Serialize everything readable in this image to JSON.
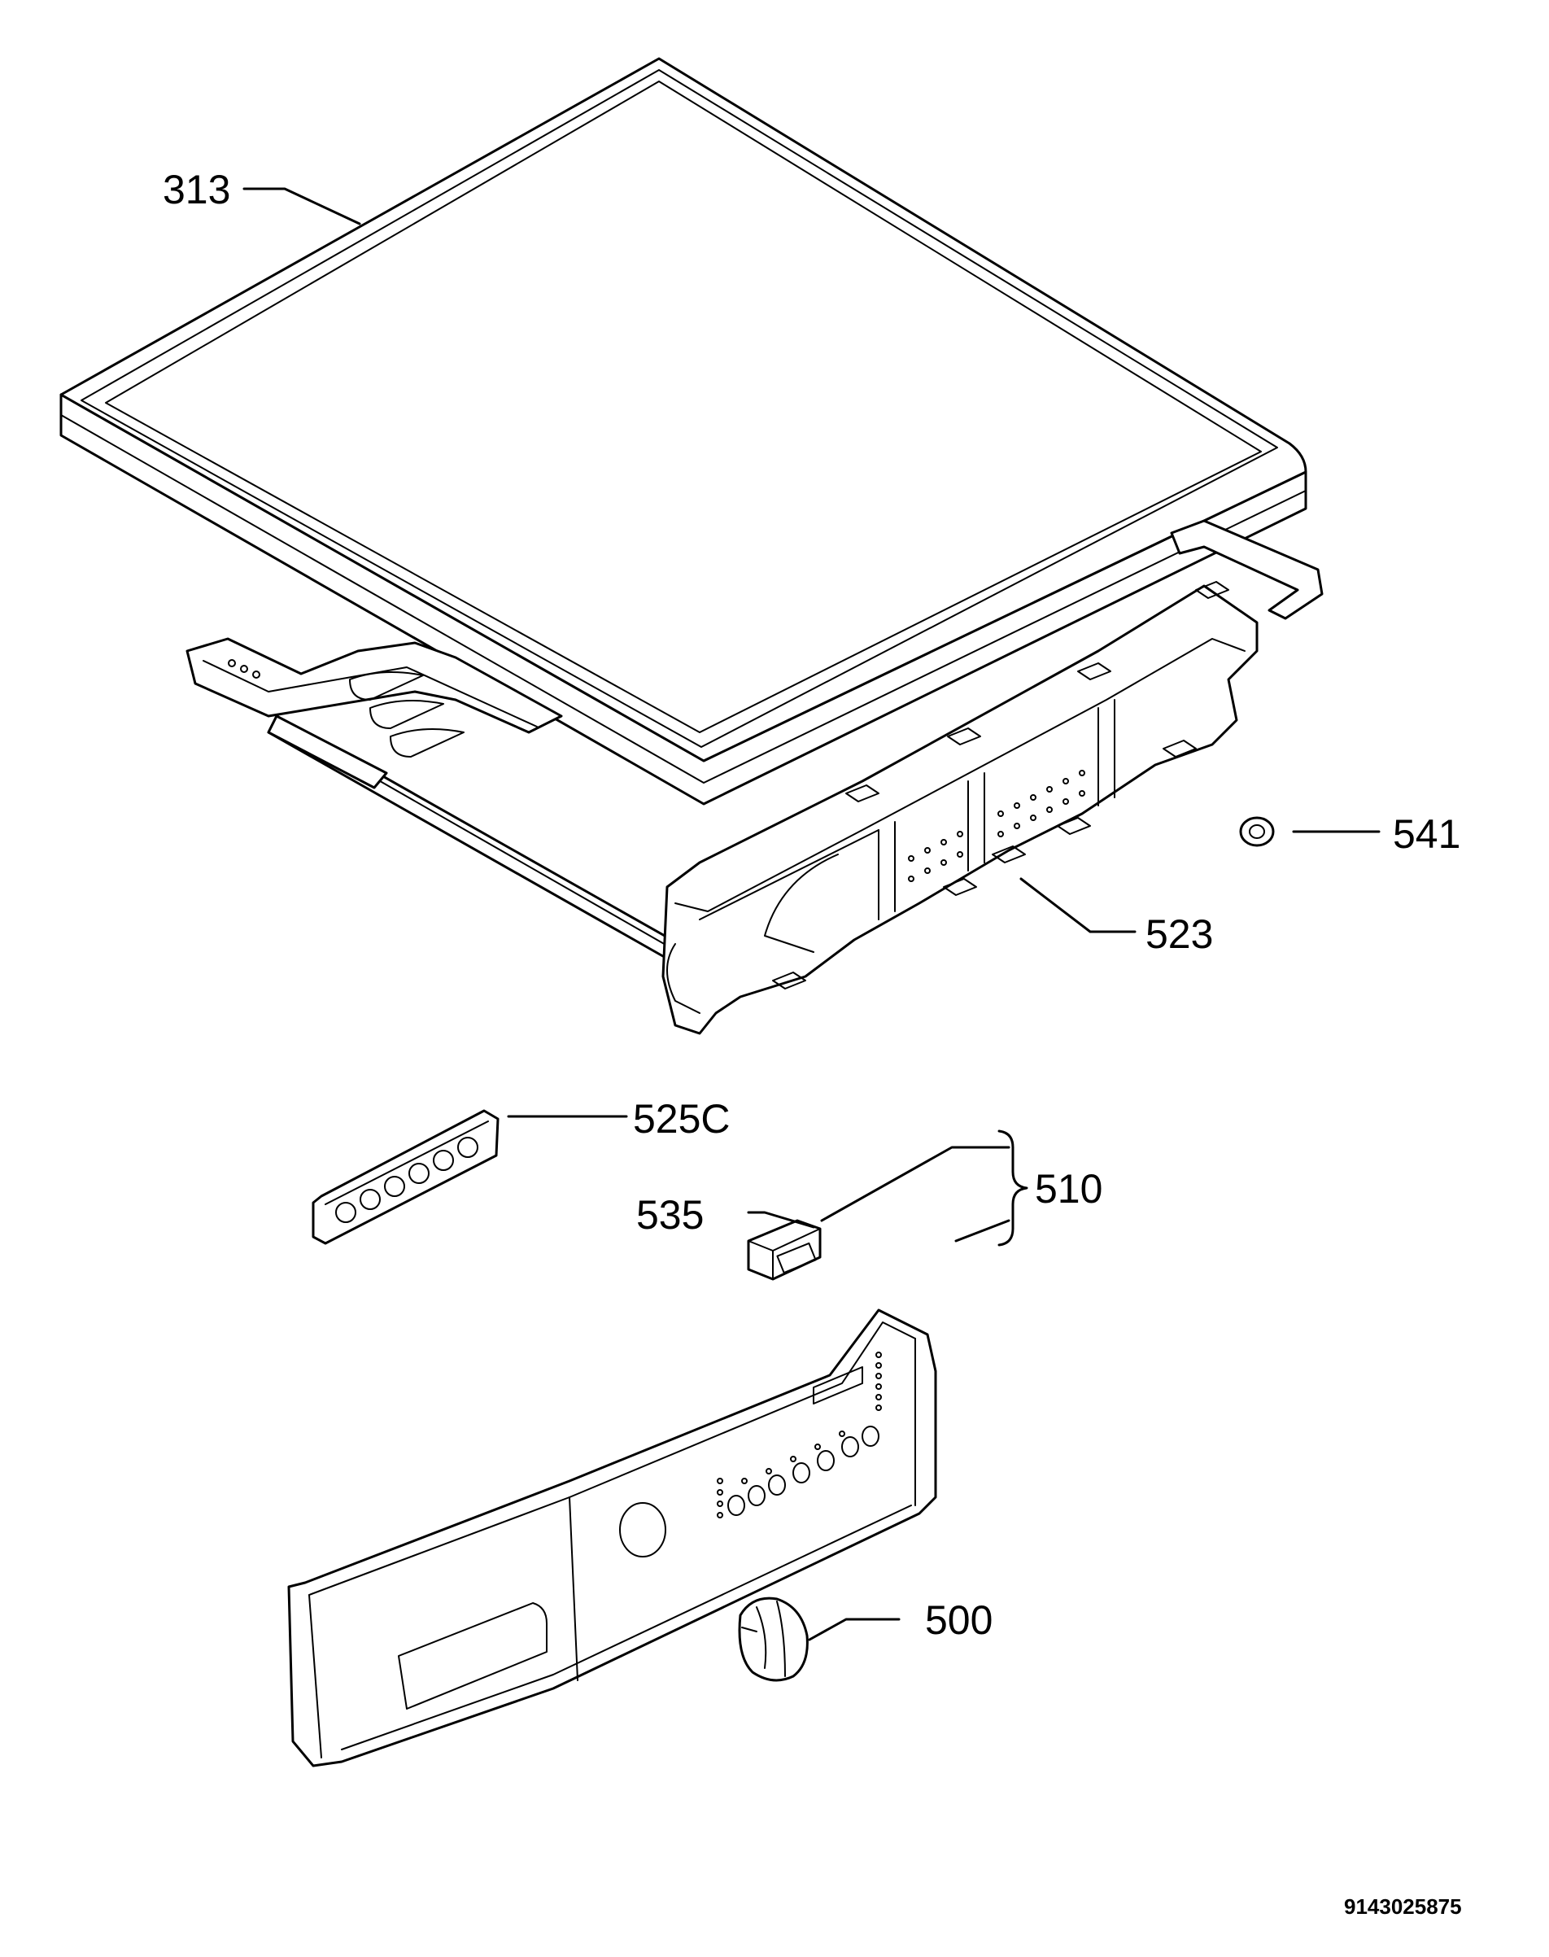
{
  "diagram": {
    "labels": {
      "p313": "313",
      "p541": "541",
      "p523": "523",
      "p525c": "525C",
      "p510": "510",
      "p535": "535",
      "p500": "500"
    },
    "document_number": "9143025875",
    "line_color": "#000000",
    "background": "#ffffff"
  }
}
